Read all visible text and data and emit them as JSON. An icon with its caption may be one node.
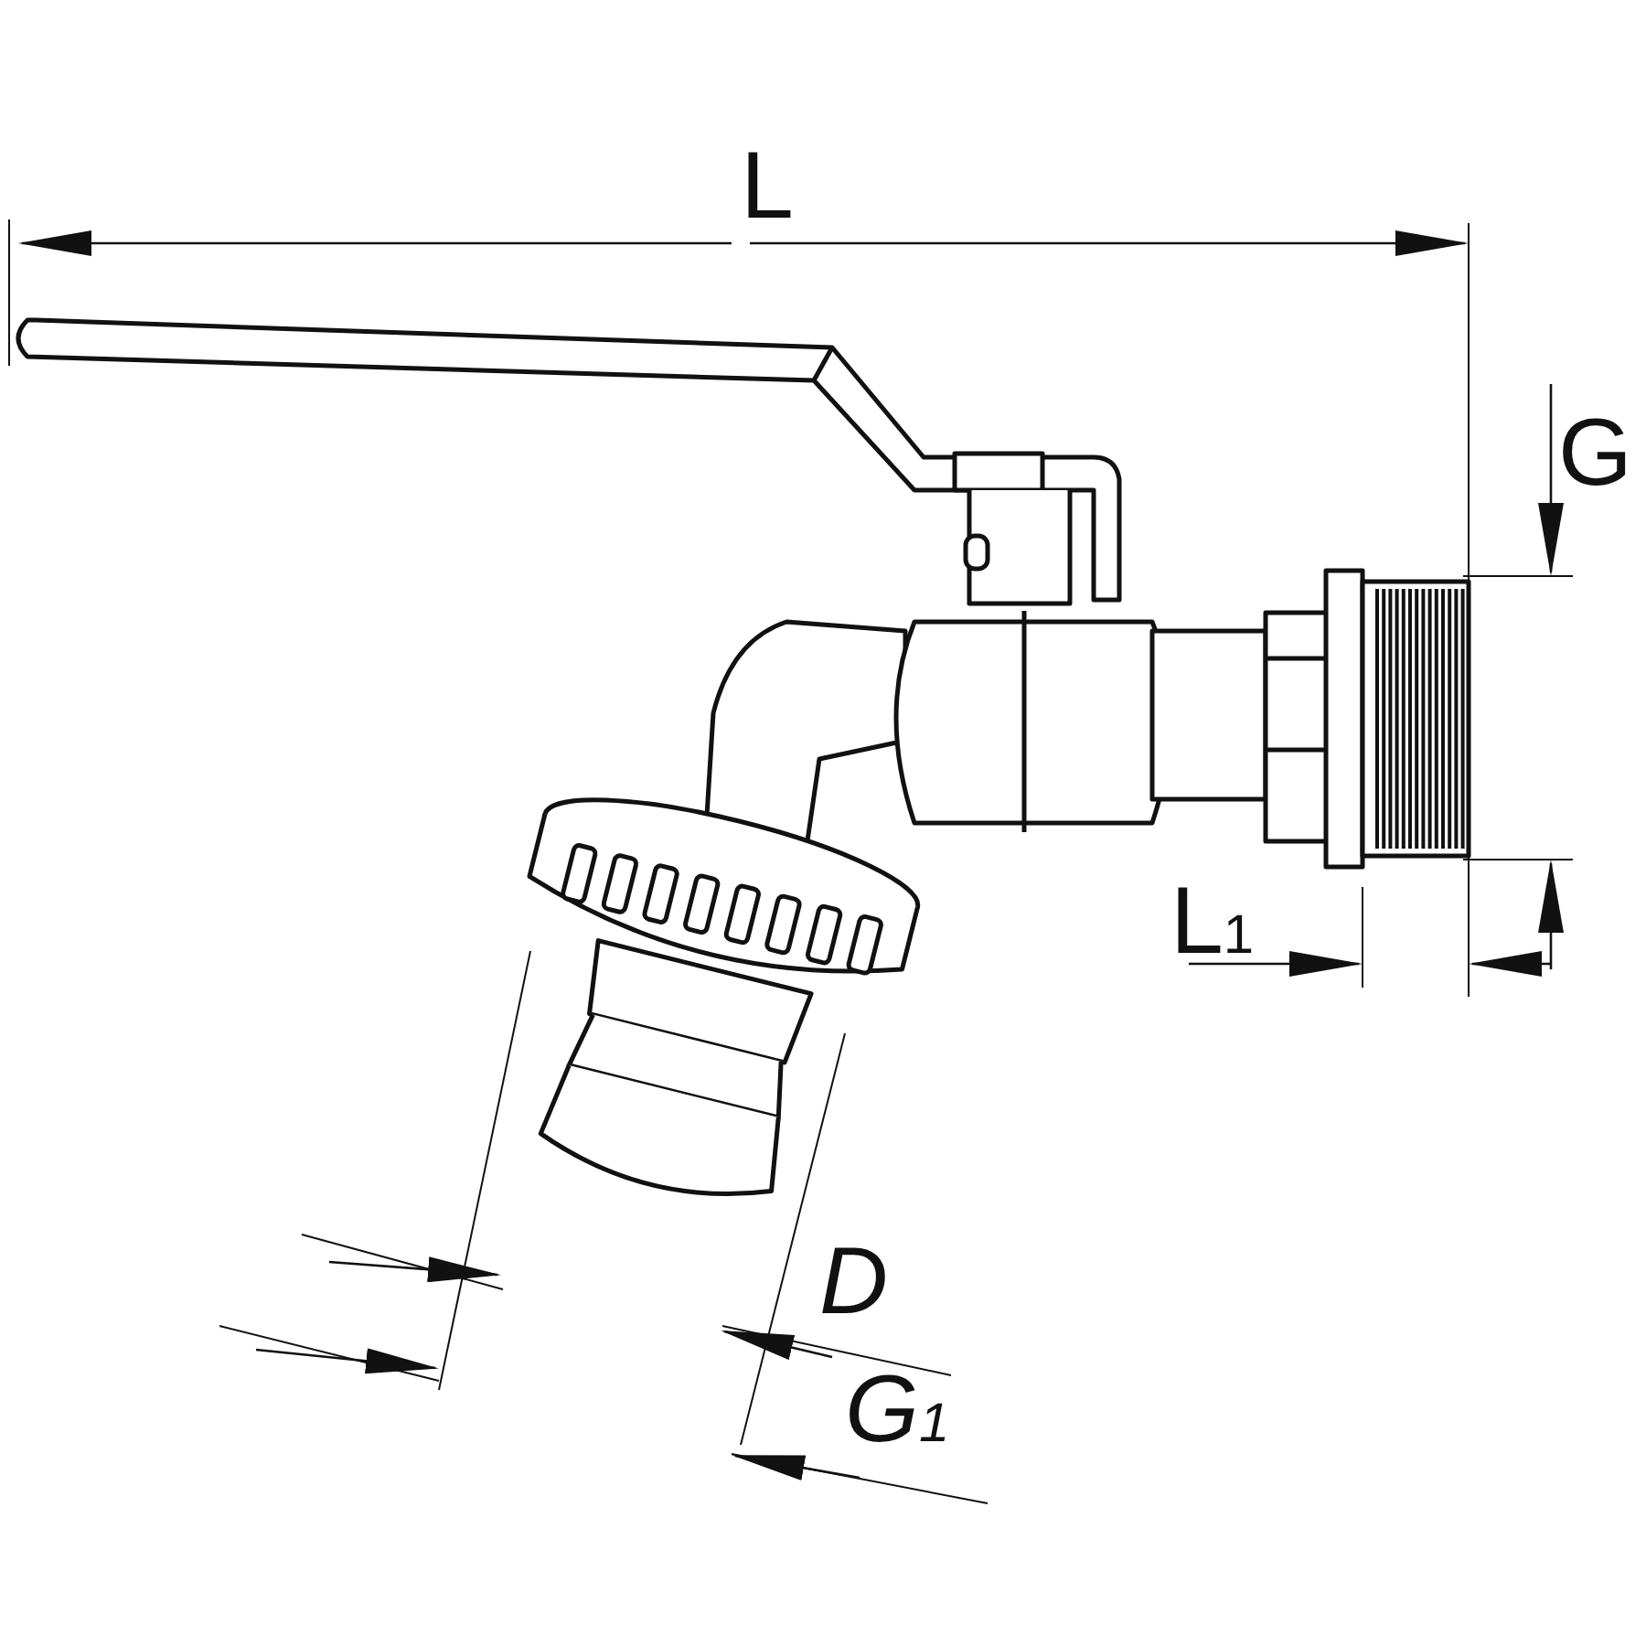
{
  "diagram": {
    "labels": [
      "L",
      "G",
      "L$_{1}$",
      "D",
      "G$_{1}$"
    ]
  }
}
